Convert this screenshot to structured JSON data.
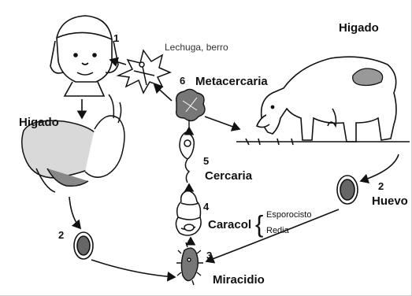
{
  "labels": {
    "stage1_num": "1",
    "lechuga": "Lechuga, berro",
    "stage6_num": "6",
    "metacercaria": "Metacercaria",
    "higado_top": "Higado",
    "higado_left": "Higado",
    "stage5_num": "5",
    "cercaria": "Cercaria",
    "stage4_num": "4",
    "caracol": "Caracol",
    "esporocisto": "Esporocisto",
    "redia": "Redia",
    "stage2_num_right": "2",
    "huevo": "Huevo",
    "stage2_num_left": "2",
    "stage3_num": "3",
    "miracidio": "Miracidio"
  },
  "icons": {
    "human": "human-head-icon",
    "leaf": "lettuce-leaf-icon",
    "metacercaria": "metacercaria-cyst-icon",
    "cercaria": "cercaria-icon",
    "snail": "snail-shell-icon",
    "miracidio": "miracidium-icon",
    "llama": "llama-icon",
    "egg": "egg-icon",
    "liver": "liver-organ-icon"
  }
}
